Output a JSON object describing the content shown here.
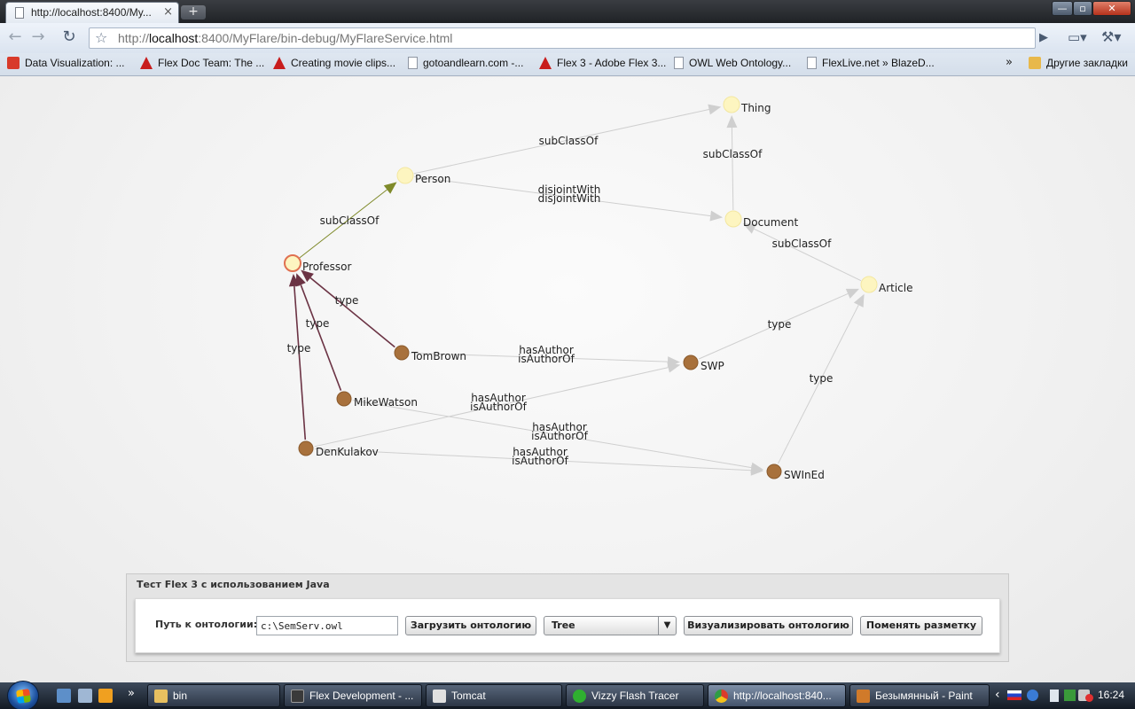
{
  "browser": {
    "tab_title": "http://localhost:8400/My...",
    "tab_close": "×",
    "new_tab": "+",
    "window_buttons": {
      "minimize": "—",
      "maximize": "▫",
      "close": "✕"
    },
    "nav": {
      "back": "←",
      "forward": "→",
      "reload": "↻",
      "star": "☆",
      "go": "▶",
      "page_menu": "▭▾",
      "wrench_menu": "⚒▾"
    },
    "url": {
      "scheme": "http://",
      "host": "localhost",
      "rest": ":8400/MyFlare/bin-debug/MyFlareService.html"
    },
    "bookmarks": [
      {
        "label": "Data Visualization: ...",
        "icon": "red-square-icon"
      },
      {
        "label": "Flex Doc Team: The ...",
        "icon": "adobe-icon"
      },
      {
        "label": "Creating movie clips...",
        "icon": "adobe-icon"
      },
      {
        "label": "gotoandlearn.com -...",
        "icon": "page-icon"
      },
      {
        "label": "Flex 3 - Adobe Flex 3...",
        "icon": "adobe-icon"
      },
      {
        "label": "OWL Web Ontology...",
        "icon": "page-icon"
      },
      {
        "label": "FlexLive.net » BlazeD...",
        "icon": "page-icon"
      }
    ],
    "bookmarks_more": "»",
    "other_bookmarks": "Другие закладки"
  },
  "graph": {
    "nodes": [
      {
        "id": "Thing",
        "label": "Thing",
        "kind": "class"
      },
      {
        "id": "Person",
        "label": "Person",
        "kind": "class"
      },
      {
        "id": "Document",
        "label": "Document",
        "kind": "class"
      },
      {
        "id": "Professor",
        "label": "Professor",
        "kind": "selected-class"
      },
      {
        "id": "Article",
        "label": "Article",
        "kind": "class"
      },
      {
        "id": "TomBrown",
        "label": "TomBrown",
        "kind": "individual"
      },
      {
        "id": "SWP",
        "label": "SWP",
        "kind": "individual"
      },
      {
        "id": "MikeWatson",
        "label": "MikeWatson",
        "kind": "individual"
      },
      {
        "id": "DenKulakov",
        "label": "DenKulakov",
        "kind": "individual"
      },
      {
        "id": "SWInEd",
        "label": "SWInEd",
        "kind": "individual"
      }
    ],
    "edges": [
      {
        "from": "Person",
        "to": "Thing",
        "labels": [
          "subClassOf"
        ]
      },
      {
        "from": "Document",
        "to": "Thing",
        "labels": [
          "subClassOf"
        ]
      },
      {
        "from": "Person",
        "to": "Document",
        "labels": [
          "disjointWith",
          "disjointWith"
        ]
      },
      {
        "from": "Professor",
        "to": "Person",
        "labels": [
          "subClassOf"
        ]
      },
      {
        "from": "Article",
        "to": "Document",
        "labels": [
          "subClassOf"
        ]
      },
      {
        "from": "TomBrown",
        "to": "Professor",
        "labels": [
          "type"
        ]
      },
      {
        "from": "MikeWatson",
        "to": "Professor",
        "labels": [
          "type"
        ]
      },
      {
        "from": "DenKulakov",
        "to": "Professor",
        "labels": [
          "type"
        ]
      },
      {
        "from": "SWP",
        "to": "Article",
        "labels": [
          "type"
        ]
      },
      {
        "from": "SWInEd",
        "to": "Article",
        "labels": [
          "type"
        ]
      },
      {
        "from": "TomBrown",
        "to": "SWP",
        "labels": [
          "hasAuthor",
          "isAuthorOf"
        ]
      },
      {
        "from": "DenKulakov",
        "to": "SWP",
        "labels": [
          "hasAuthor",
          "isAuthorOf"
        ]
      },
      {
        "from": "MikeWatson",
        "to": "SWInEd",
        "labels": [
          "hasAuthor",
          "isAuthorOf"
        ]
      },
      {
        "from": "DenKulakov",
        "to": "SWInEd",
        "labels": [
          "hasAuthor",
          "isAuthorOf"
        ]
      }
    ],
    "colors": {
      "class_fill": "#fdf5c0",
      "individual_fill": "#a8713c",
      "selected_stroke": "#e07050",
      "edge": "#cfcfcf",
      "edge_type": "#6b3344",
      "edge_selected": "#7f8a2a"
    }
  },
  "panel": {
    "title": "Тест Flex 3 с использованием Java",
    "path_label": "Путь к онтологии:",
    "path_value": "c:\\SemServ.owl",
    "load_button": "Загрузить онтологию",
    "layout_value": "Tree",
    "layout_arrow": "▼",
    "visualize_button": "Визуализировать онтологию",
    "relayout_button": "Поменять разметку"
  },
  "taskbar": {
    "more": "»",
    "tasks": [
      {
        "label": "bin",
        "icon": "folder-icon"
      },
      {
        "label": "Flex Development - ...",
        "icon": "flex-icon"
      },
      {
        "label": "Tomcat",
        "icon": "tomcat-icon"
      },
      {
        "label": "Vizzy Flash Tracer",
        "icon": "vizzy-icon"
      },
      {
        "label": "http://localhost:840...",
        "icon": "chrome-icon"
      },
      {
        "label": "Безымянный - Paint",
        "icon": "paint-icon"
      }
    ],
    "tray_chevron": "‹",
    "clock": "16:24"
  }
}
